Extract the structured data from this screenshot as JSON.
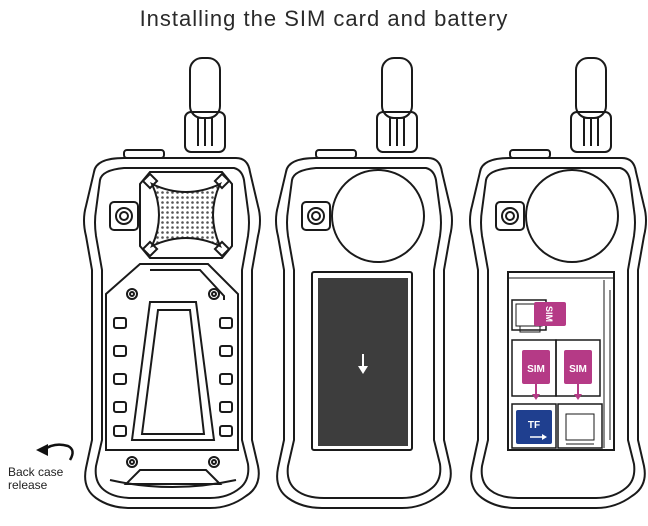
{
  "title": "Installing the SIM card and battery",
  "release_label": {
    "line1": "Back case",
    "line2": "release"
  },
  "labels": {
    "sim": "SIM",
    "tf": "TF"
  },
  "colors": {
    "line": "#1a1a1a",
    "battery": "#3d3d3d",
    "sim": "#b53a86",
    "tf": "#1f3f8f"
  },
  "panels": [
    {
      "id": "phone-back-closed",
      "icon": "phone-back-with-speaker"
    },
    {
      "id": "phone-battery",
      "icon": "battery-with-arrow"
    },
    {
      "id": "phone-card-slots",
      "icon": "sim-and-tf-slots"
    }
  ]
}
